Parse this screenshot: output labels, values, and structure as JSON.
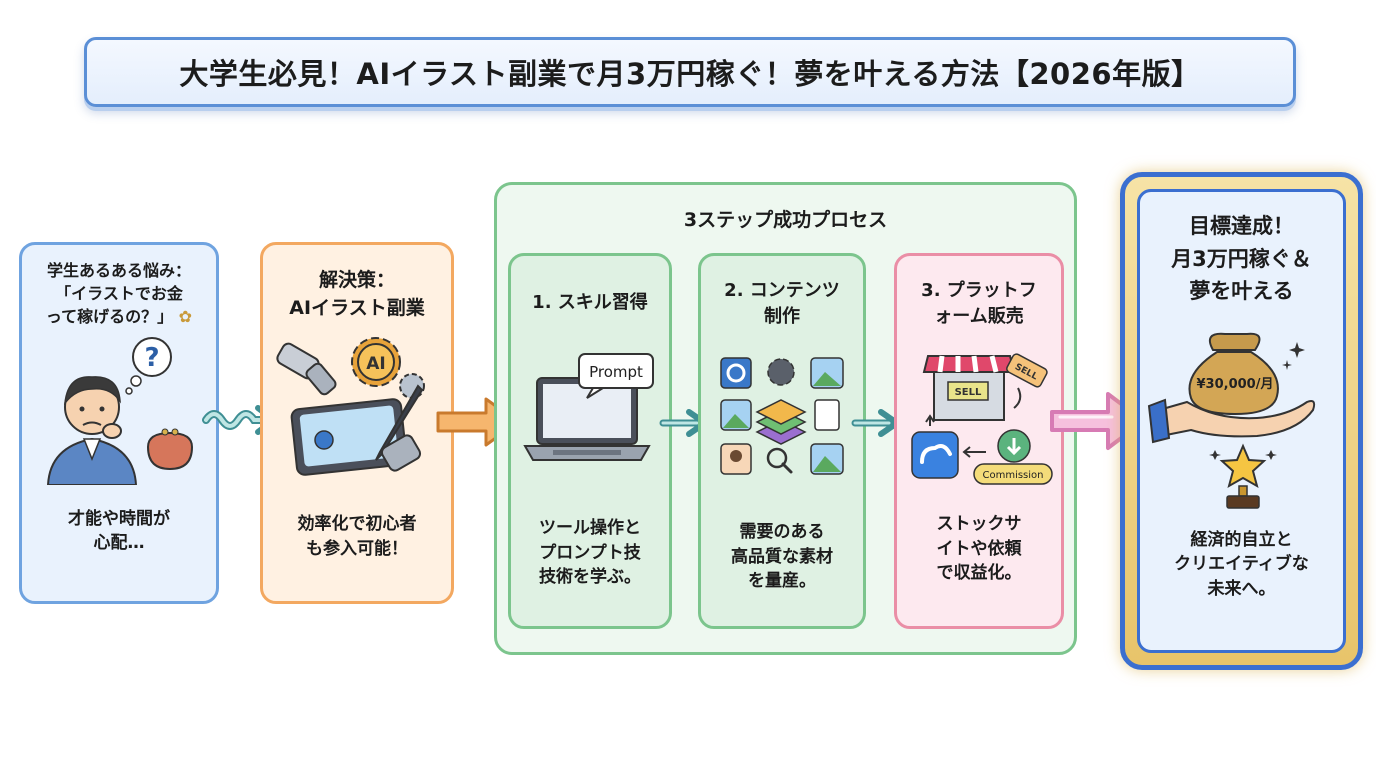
{
  "title": "大学生必見！AIイラスト副業で月3万円稼ぐ！夢を叶える方法【2026年版】",
  "worry": {
    "head_line1": "学生あるある悩み：",
    "head_line2": "「イラストでお金",
    "head_line3": "って稼げるの？」",
    "body_line1": "才能や時間が",
    "body_line2": "心配…"
  },
  "solution": {
    "head_line1": "解決策：",
    "head_line2": "AIイラスト副業",
    "icon_label": "AI",
    "body_line1": "効率化で初心者",
    "body_line2": "も参入可能！"
  },
  "process": {
    "title": "3ステップ成功プロセス",
    "steps": [
      {
        "head_line1": "1. スキル習得",
        "head_line2": "",
        "body_line1": "ツール操作と",
        "body_line2": "プロンプト技",
        "body_line3": "技術を学ぶ。"
      },
      {
        "head_line1": "2. コンテンツ",
        "head_line2": "制作",
        "body_line1": "需要のある",
        "body_line2": "高品質な素材",
        "body_line3": "を量産。"
      },
      {
        "head_line1": "3. プラットフ",
        "head_line2": "ォーム販売",
        "body_line1": "ストックサ",
        "body_line2": "イトや依頼",
        "body_line3": "で収益化。"
      }
    ],
    "prompt_label": "Prompt",
    "sell_label": "SELL",
    "sell_tag": "SELL",
    "commission_label": "Commission"
  },
  "goal": {
    "head_line1": "目標達成！",
    "head_line2": "月3万円稼ぐ＆",
    "head_line3": "夢を叶える",
    "amount": "¥30,000/月",
    "body_line1": "経済的自立と",
    "body_line2": "クリエイティブな",
    "body_line3": "未来へ。"
  },
  "colors": {
    "blue": "#6fa3e0",
    "orange": "#f3a860",
    "green": "#7cc58d",
    "pink": "#ea8ea6",
    "gold": "#e8c46a"
  }
}
